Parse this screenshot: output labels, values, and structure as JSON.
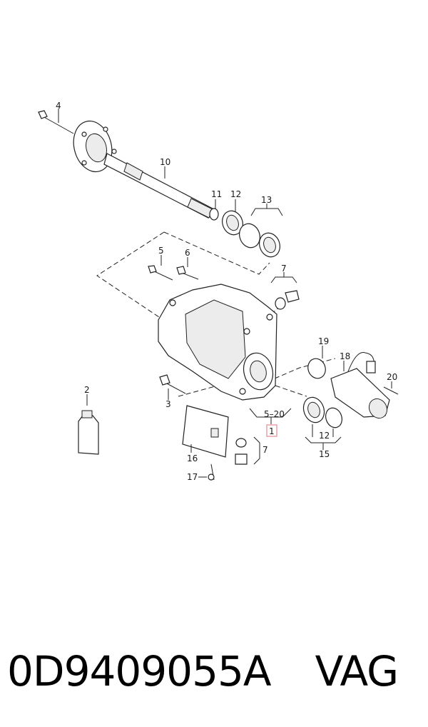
{
  "callouts": {
    "c1": "1",
    "c2": "2",
    "c3": "3",
    "c4": "4",
    "c5": "5",
    "c6": "6",
    "c7a": "7",
    "c7b": "7",
    "c10": "10",
    "c11": "11",
    "c12a": "12",
    "c12b": "12",
    "c13": "13",
    "c15": "15",
    "c16": "16",
    "c17": "17",
    "c18": "18",
    "c19": "19",
    "c20": "20",
    "c5_20": "5–20"
  },
  "caption": {
    "part_number": "0D9409055A",
    "brand": "VAG"
  },
  "colors": {
    "highlight": "#e8a0a8",
    "line": "#222222"
  }
}
